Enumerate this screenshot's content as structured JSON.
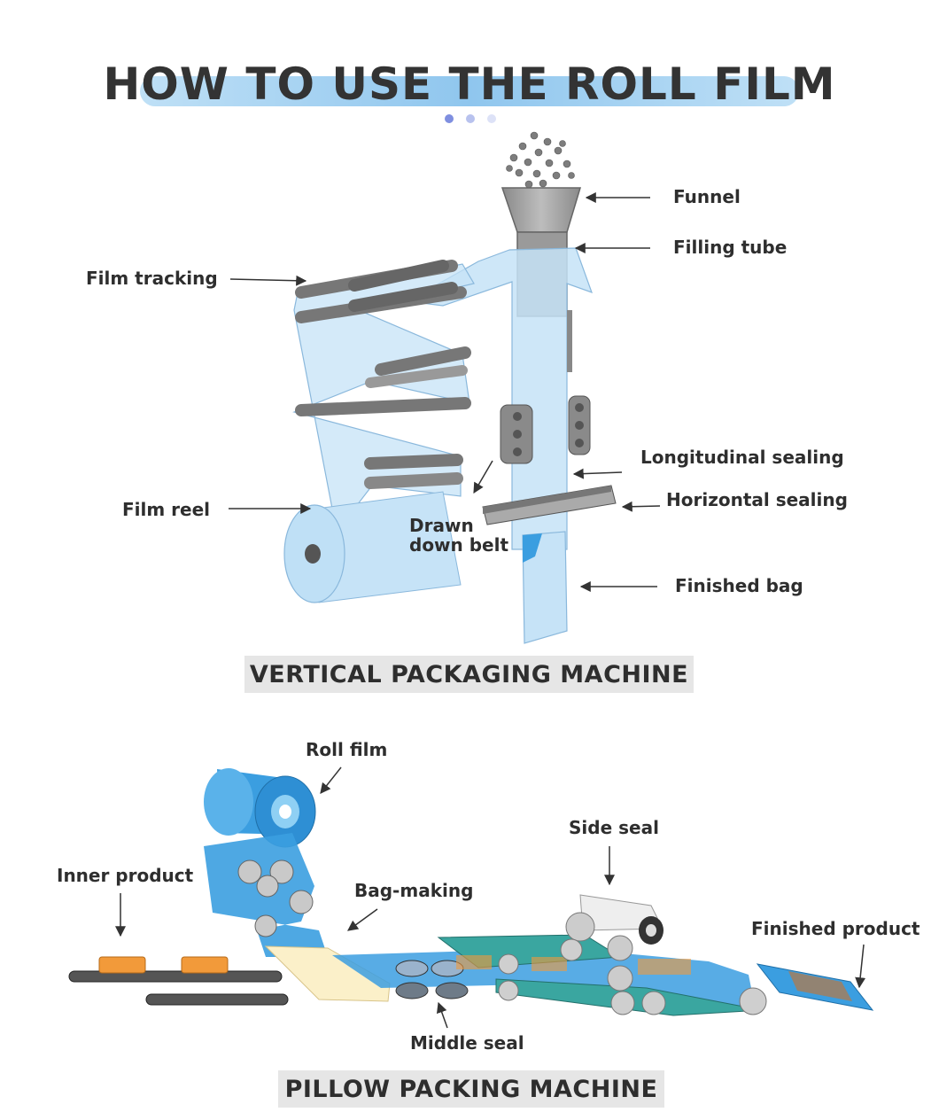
{
  "title": "HOW TO USE THE ROLL FILM",
  "carousel": {
    "dots": [
      "#7f8fe0",
      "#b8c2ee",
      "#dde2f7"
    ]
  },
  "vertical_machine": {
    "name": "VERTICAL PACKAGING MACHINE",
    "labels": {
      "funnel": "Funnel",
      "filling_tube": "Filling tube",
      "film_tracking": "Film tracking",
      "longitudinal_sealing": "Longitudinal sealing",
      "horizontal_sealing": "Horizontal sealing",
      "film_reel": "Film reel",
      "drawn_down_belt_line1": "Drawn",
      "drawn_down_belt_line2": "down belt",
      "finished_bag": "Finished bag"
    }
  },
  "pillow_machine": {
    "name": "PILLOW PACKING MACHINE",
    "labels": {
      "roll_film": "Roll film",
      "side_seal": "Side seal",
      "inner_product": "Inner product",
      "bag_making": "Bag-making",
      "finished_product": "Finished product",
      "middle_seal": "Middle seal"
    }
  },
  "colors": {
    "film": "#c6e3f7",
    "film_dark": "#9ccbee",
    "roller": "#7a7a7a",
    "roller_light": "#d8d8d8",
    "roll_blue": "#3b9ee0",
    "belt_teal": "#3aa6a0",
    "product_orange": "#f29a3a"
  }
}
